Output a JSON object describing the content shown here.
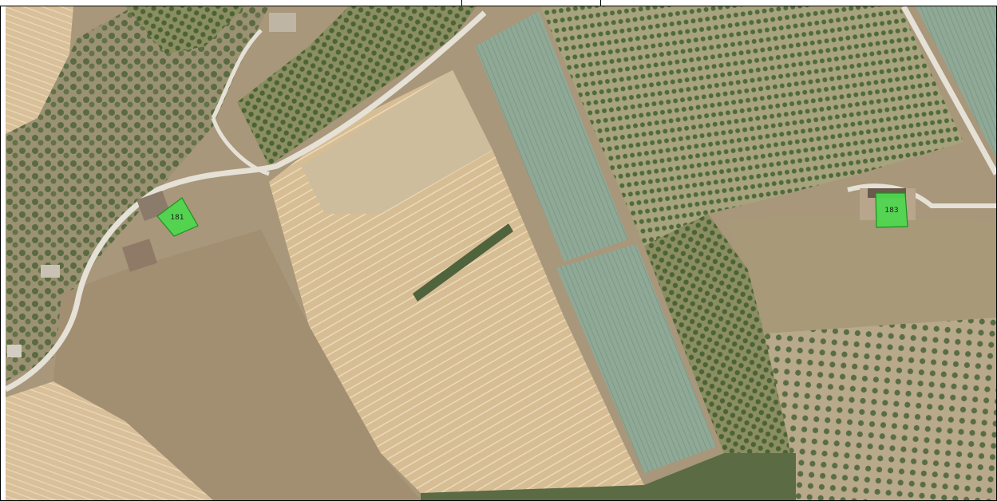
{
  "map": {
    "type": "aerial-orthophoto",
    "parcels": [
      {
        "id": "181",
        "label": "181",
        "fill": "#4fd64f",
        "stroke": "#1f8f1f"
      },
      {
        "id": "183",
        "label": "183",
        "fill": "#4fd64f",
        "stroke": "#1f8f1f"
      }
    ]
  },
  "colors": {
    "dry_field": "#cdb48f",
    "dry_field_light": "#dcc6a2",
    "olive_grove": "#6f7f52",
    "orchard_dark": "#4e6a3c",
    "greenhouse": "#8fa896",
    "road": "#e4e0d6",
    "scrub": "#7b7a55"
  }
}
